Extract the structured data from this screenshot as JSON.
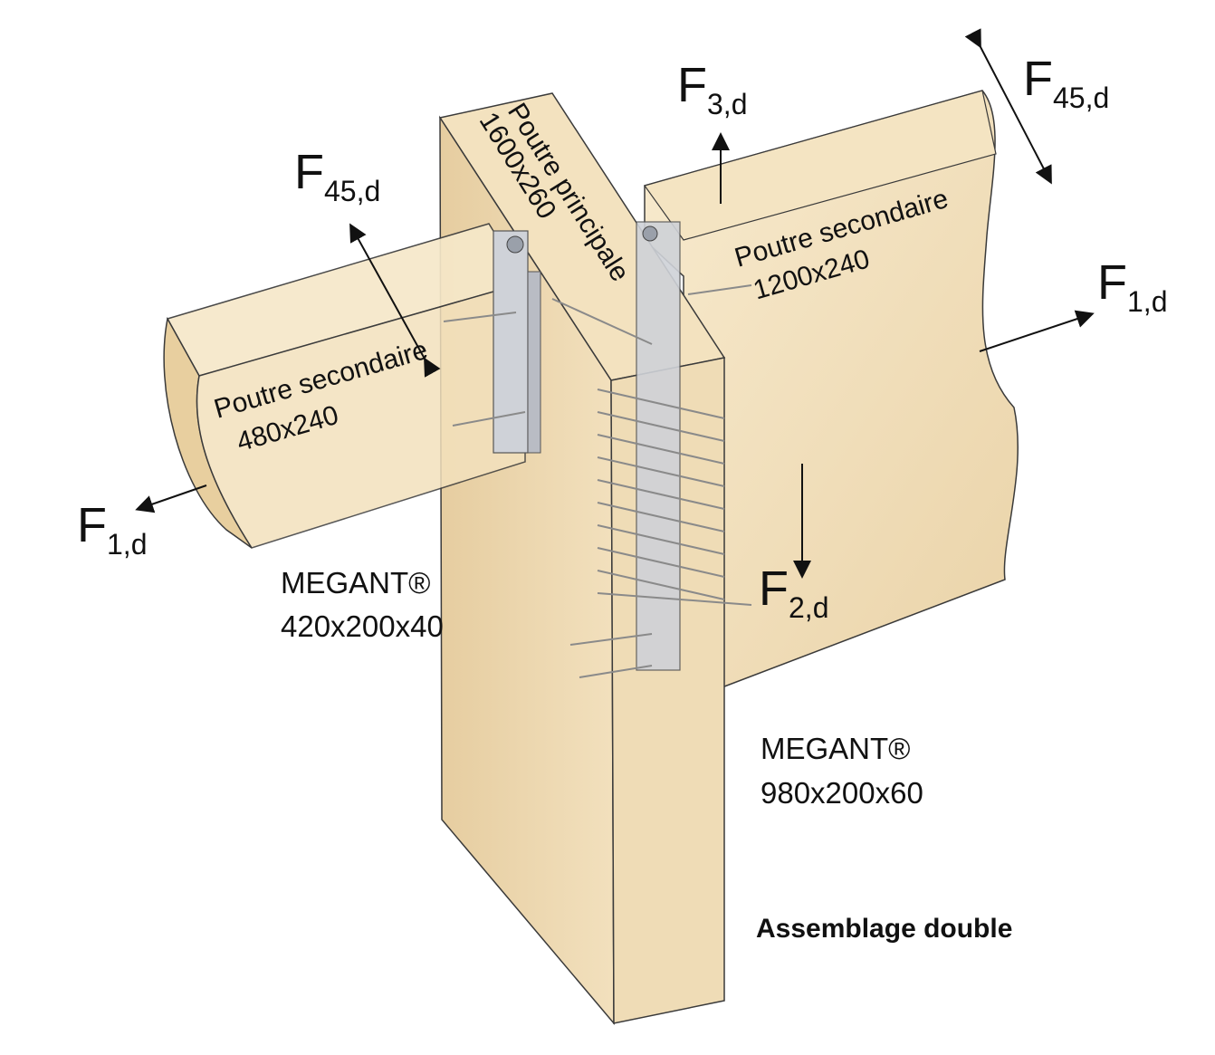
{
  "forces": {
    "f45_top": {
      "main": "F",
      "sub": "45,d"
    },
    "f3": {
      "main": "F",
      "sub": "3,d"
    },
    "f45_left": {
      "main": "F",
      "sub": "45,d"
    },
    "f1_right": {
      "main": "F",
      "sub": "1,d"
    },
    "f1_left": {
      "main": "F",
      "sub": "1,d"
    },
    "f2": {
      "main": "F",
      "sub": "2,d"
    }
  },
  "beams": {
    "main_beam": {
      "name": "Poutre principale",
      "dims": "1600x260"
    },
    "secondary_right": {
      "name": "Poutre secondaire",
      "dims": "1200x240"
    },
    "secondary_left": {
      "name": "Poutre secondaire",
      "dims": "480x240"
    }
  },
  "connectors": {
    "left": {
      "name": "MEGANT®",
      "dims": "420x200x40"
    },
    "right": {
      "name": "MEGANT®",
      "dims": "980x200x60"
    }
  },
  "title": "Assemblage double",
  "colors": {
    "wood_light": "#f6e7c8",
    "wood_mid": "#ecd6ad",
    "wood_dark": "#d9bf91",
    "outline": "#3a3a3a",
    "metal": "#c9ccd3"
  }
}
